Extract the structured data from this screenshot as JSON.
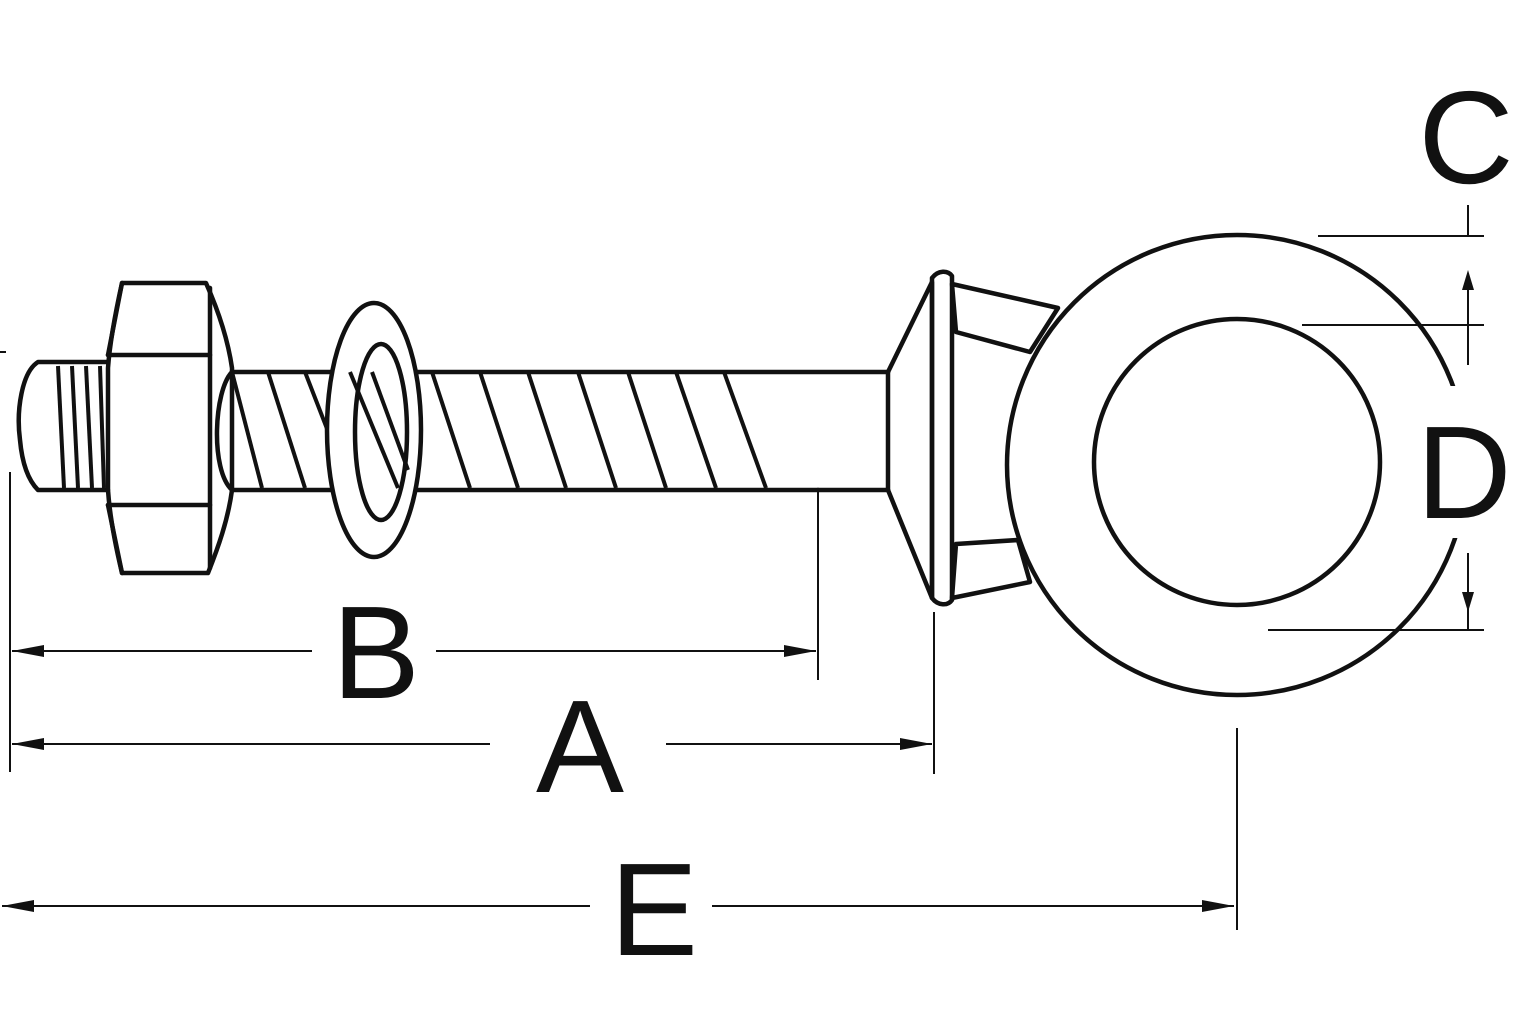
{
  "diagram": {
    "labels": {
      "A": "A",
      "B": "B",
      "C": "C",
      "D": "D",
      "E": "E"
    },
    "line_color": "#111111",
    "background_color": "#ffffff"
  }
}
